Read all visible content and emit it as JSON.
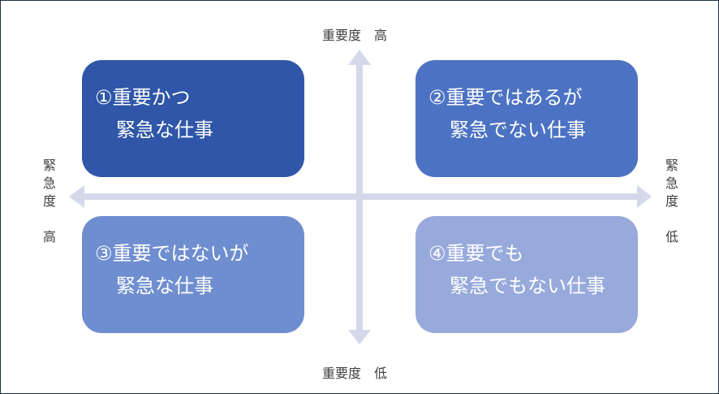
{
  "axes": {
    "top": "重要度　高",
    "bottom": "重要度　低",
    "left_chars": [
      "緊",
      "急",
      "度"
    ],
    "left_level": "高",
    "right_chars": [
      "緊",
      "急",
      "度"
    ],
    "right_level": "低"
  },
  "quadrants": [
    {
      "line1": "①重要かつ",
      "line2": "緊急な仕事",
      "color": "#2f56a8"
    },
    {
      "line1": "②重要ではあるが",
      "line2": "緊急でない仕事",
      "color": "#4c72c3"
    },
    {
      "line1": "③重要ではないが",
      "line2": "緊急な仕事",
      "color": "#6f8ed0"
    },
    {
      "line1": "④重要でも",
      "line2": "緊急でもない仕事",
      "color": "#98aadb"
    }
  ],
  "colors": {
    "arrow": "#d3d9ea",
    "text": "#404040",
    "border": "#1f2d44"
  }
}
